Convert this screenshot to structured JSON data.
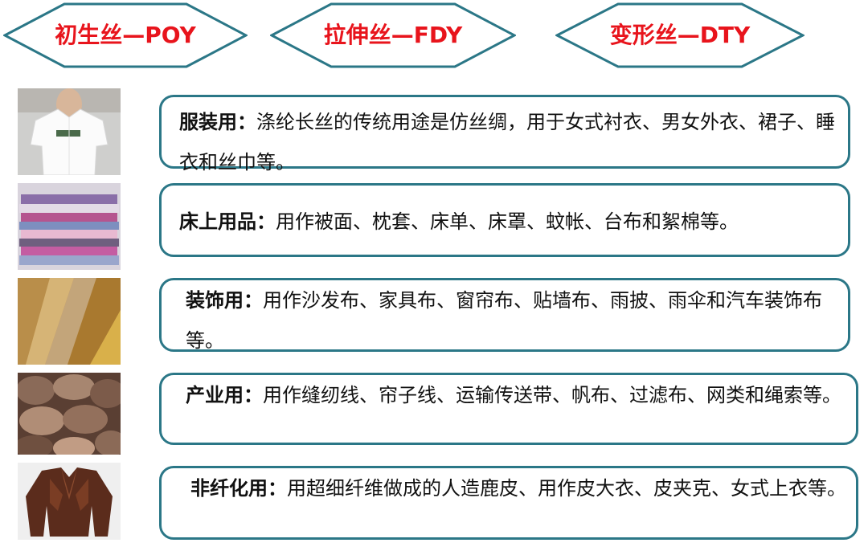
{
  "headers": [
    {
      "label": "初生丝—POY"
    },
    {
      "label": "拉伸丝—FDY"
    },
    {
      "label": "变形丝—DTY"
    }
  ],
  "colors": {
    "header_text": "#e8141c",
    "header_border": "#2b7787",
    "card_border": "#2b7787"
  },
  "rows": [
    {
      "image_icon": "white-blouse-icon",
      "head": "服装用：",
      "text": "涤纶长丝的传统用途是仿丝绸，用于女式衬衣、男女外衣、裙子、睡衣和丝巾等。"
    },
    {
      "image_icon": "folded-bedding-icon",
      "head": "床上用品：",
      "text": "用作被面、枕套、床单、床罩、蚊帐、台布和絮棉等。"
    },
    {
      "image_icon": "decor-fabric-icon",
      "head": "装饰用：",
      "text": "用作沙发布、家具布、窗帘布、贴墙布、雨披、雨伞和汽车装饰布等。"
    },
    {
      "image_icon": "yarn-skeins-icon",
      "head": "产业用：",
      "text": "用作缝纫线、帘子线、运输传送带、帆布、过滤布、网类和绳索等。"
    },
    {
      "image_icon": "leather-jacket-icon",
      "head": "非纤化用：",
      "text": "用超细纤维做成的人造鹿皮、用作皮大衣、皮夹克、女式上衣等。"
    }
  ]
}
